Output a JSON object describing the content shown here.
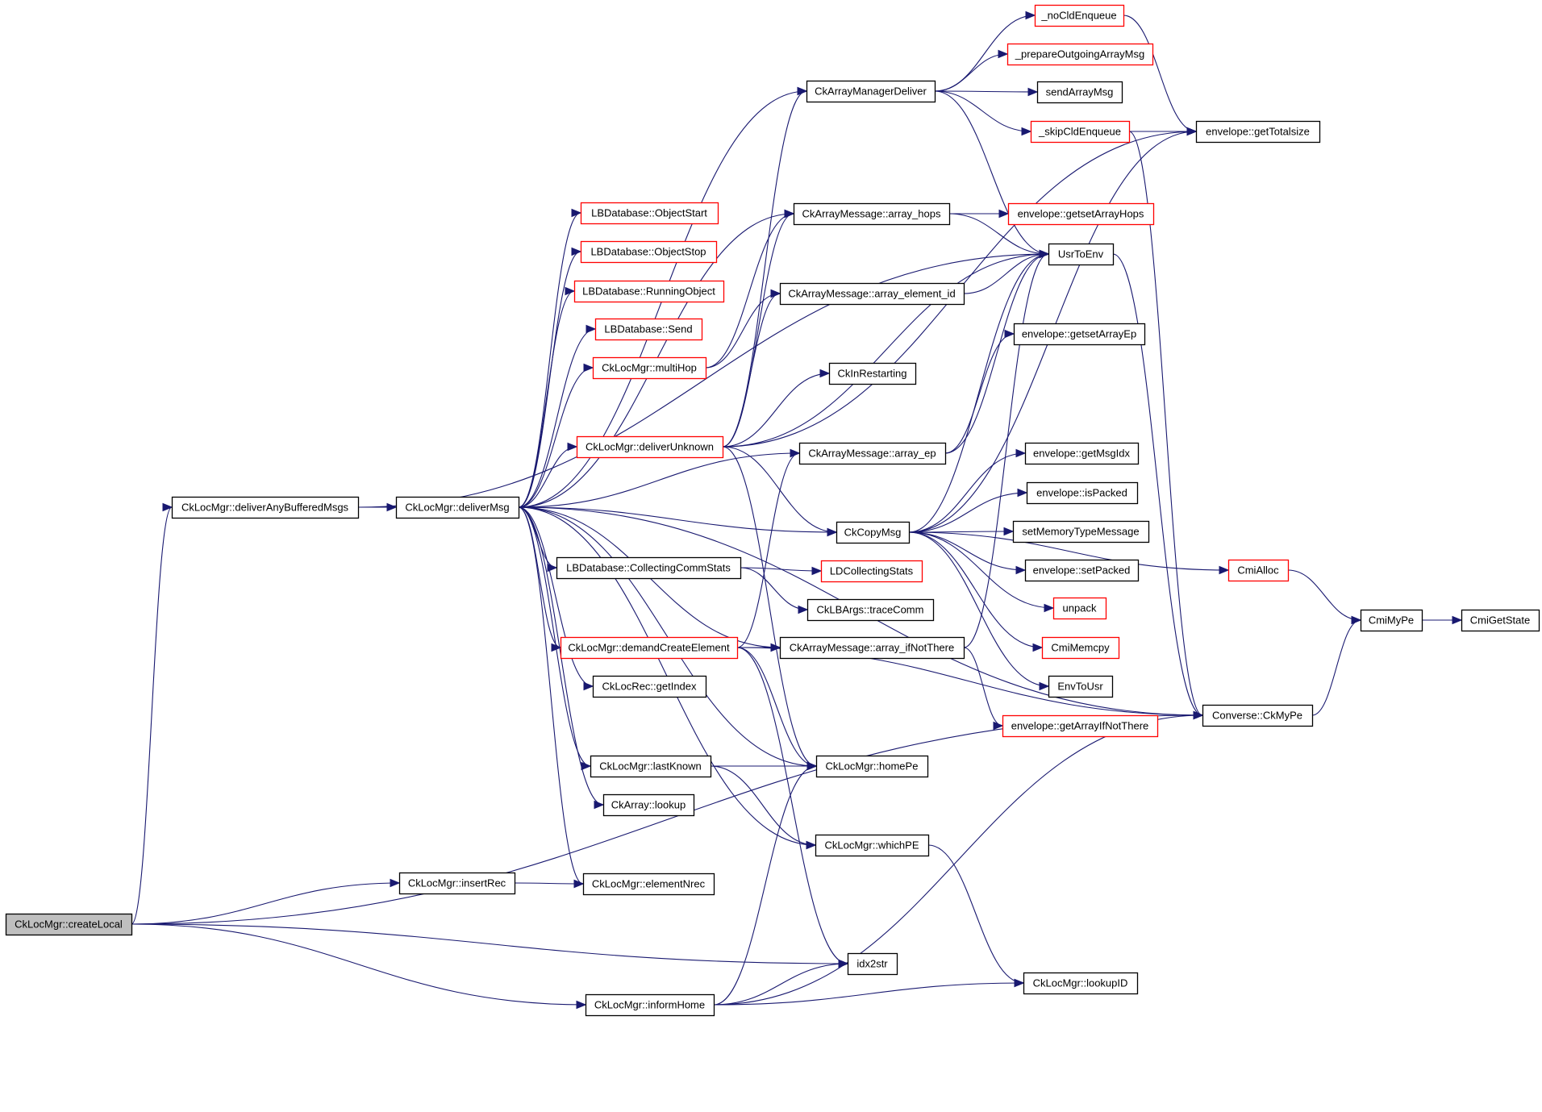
{
  "diagram": {
    "type": "call-graph",
    "colors": {
      "edge": "#191970",
      "node_border": "#000000",
      "truncated_border": "#ff0000",
      "root_fill": "#bfbfbf"
    },
    "nodes": [
      {
        "id": "createLocal",
        "label": "CkLocMgr::createLocal",
        "style": "root"
      },
      {
        "id": "deliverAnyBufferedMsgs",
        "label": "CkLocMgr::deliverAnyBufferedMsgs",
        "style": "normal"
      },
      {
        "id": "deliverMsg",
        "label": "CkLocMgr::deliverMsg",
        "style": "normal"
      },
      {
        "id": "CkArrayManagerDeliver",
        "label": "CkArrayManagerDeliver",
        "style": "normal"
      },
      {
        "id": "_noCldEnqueue",
        "label": "_noCldEnqueue",
        "style": "truncated"
      },
      {
        "id": "_prepareOutgoingArrayMsg",
        "label": "_prepareOutgoingArrayMsg",
        "style": "truncated"
      },
      {
        "id": "sendArrayMsg",
        "label": "sendArrayMsg",
        "style": "normal"
      },
      {
        "id": "_skipCldEnqueue",
        "label": "_skipCldEnqueue",
        "style": "truncated"
      },
      {
        "id": "getTotalsize",
        "label": "envelope::getTotalsize",
        "style": "normal"
      },
      {
        "id": "ObjectStart",
        "label": "LBDatabase::ObjectStart",
        "style": "truncated"
      },
      {
        "id": "ObjectStop",
        "label": "LBDatabase::ObjectStop",
        "style": "truncated"
      },
      {
        "id": "RunningObject",
        "label": "LBDatabase::RunningObject",
        "style": "truncated"
      },
      {
        "id": "Send",
        "label": "LBDatabase::Send",
        "style": "truncated"
      },
      {
        "id": "multiHop",
        "label": "CkLocMgr::multiHop",
        "style": "truncated"
      },
      {
        "id": "deliverUnknown",
        "label": "CkLocMgr::deliverUnknown",
        "style": "truncated"
      },
      {
        "id": "array_hops",
        "label": "CkArrayMessage::array_hops",
        "style": "normal"
      },
      {
        "id": "array_element_id",
        "label": "CkArrayMessage::array_element_id",
        "style": "normal"
      },
      {
        "id": "CkInRestarting",
        "label": "CkInRestarting",
        "style": "normal"
      },
      {
        "id": "array_ep",
        "label": "CkArrayMessage::array_ep",
        "style": "normal"
      },
      {
        "id": "CkCopyMsg",
        "label": "CkCopyMsg",
        "style": "normal"
      },
      {
        "id": "CollectingCommStats",
        "label": "LBDatabase::CollectingCommStats",
        "style": "normal"
      },
      {
        "id": "LDCollectingStats",
        "label": "LDCollectingStats",
        "style": "truncated"
      },
      {
        "id": "traceComm",
        "label": "CkLBArgs::traceComm",
        "style": "normal"
      },
      {
        "id": "demandCreateElement",
        "label": "CkLocMgr::demandCreateElement",
        "style": "truncated"
      },
      {
        "id": "array_ifNotThere",
        "label": "CkArrayMessage::array_ifNotThere",
        "style": "normal"
      },
      {
        "id": "getIndex",
        "label": "CkLocRec::getIndex",
        "style": "normal"
      },
      {
        "id": "lastKnown",
        "label": "CkLocMgr::lastKnown",
        "style": "normal"
      },
      {
        "id": "homePe",
        "label": "CkLocMgr::homePe",
        "style": "normal"
      },
      {
        "id": "lookup",
        "label": "CkArray::lookup",
        "style": "normal"
      },
      {
        "id": "whichPE",
        "label": "CkLocMgr::whichPE",
        "style": "normal"
      },
      {
        "id": "insertRec",
        "label": "CkLocMgr::insertRec",
        "style": "normal"
      },
      {
        "id": "elementNrec",
        "label": "CkLocMgr::elementNrec",
        "style": "normal"
      },
      {
        "id": "idx2str",
        "label": "idx2str",
        "style": "normal"
      },
      {
        "id": "informHome",
        "label": "CkLocMgr::informHome",
        "style": "normal"
      },
      {
        "id": "lookupID",
        "label": "CkLocMgr::lookupID",
        "style": "normal"
      },
      {
        "id": "UsrToEnv",
        "label": "UsrToEnv",
        "style": "normal"
      },
      {
        "id": "getsetArrayHops",
        "label": "envelope::getsetArrayHops",
        "style": "truncated"
      },
      {
        "id": "getsetArrayEp",
        "label": "envelope::getsetArrayEp",
        "style": "normal"
      },
      {
        "id": "getMsgIdx",
        "label": "envelope::getMsgIdx",
        "style": "normal"
      },
      {
        "id": "isPacked",
        "label": "envelope::isPacked",
        "style": "normal"
      },
      {
        "id": "setMemoryTypeMessage",
        "label": "setMemoryTypeMessage",
        "style": "normal"
      },
      {
        "id": "setPacked",
        "label": "envelope::setPacked",
        "style": "normal"
      },
      {
        "id": "unpack",
        "label": "unpack",
        "style": "truncated"
      },
      {
        "id": "CmiMemcpy",
        "label": "CmiMemcpy",
        "style": "truncated"
      },
      {
        "id": "EnvToUsr",
        "label": "EnvToUsr",
        "style": "normal"
      },
      {
        "id": "getArrayIfNotThere",
        "label": "envelope::getArrayIfNotThere",
        "style": "truncated"
      },
      {
        "id": "CmiAlloc",
        "label": "CmiAlloc",
        "style": "truncated"
      },
      {
        "id": "CmiMyPe",
        "label": "CmiMyPe",
        "style": "normal"
      },
      {
        "id": "CmiGetState",
        "label": "CmiGetState",
        "style": "normal"
      },
      {
        "id": "CkMyPe",
        "label": "Converse::CkMyPe",
        "style": "normal"
      }
    ],
    "edges": [
      [
        "createLocal",
        "deliverAnyBufferedMsgs"
      ],
      [
        "createLocal",
        "insertRec"
      ],
      [
        "createLocal",
        "CkMyPe"
      ],
      [
        "createLocal",
        "idx2str"
      ],
      [
        "createLocal",
        "informHome"
      ],
      [
        "deliverAnyBufferedMsgs",
        "deliverMsg"
      ],
      [
        "deliverAnyBufferedMsgs",
        "UsrToEnv"
      ],
      [
        "deliverMsg",
        "CkArrayManagerDeliver"
      ],
      [
        "deliverMsg",
        "array_hops"
      ],
      [
        "deliverMsg",
        "ObjectStart"
      ],
      [
        "deliverMsg",
        "ObjectStop"
      ],
      [
        "deliverMsg",
        "RunningObject"
      ],
      [
        "deliverMsg",
        "Send"
      ],
      [
        "deliverMsg",
        "multiHop"
      ],
      [
        "deliverMsg",
        "deliverUnknown"
      ],
      [
        "deliverMsg",
        "array_ep"
      ],
      [
        "deliverMsg",
        "CkCopyMsg"
      ],
      [
        "deliverMsg",
        "CollectingCommStats"
      ],
      [
        "deliverMsg",
        "demandCreateElement"
      ],
      [
        "deliverMsg",
        "array_ifNotThere"
      ],
      [
        "deliverMsg",
        "getIndex"
      ],
      [
        "deliverMsg",
        "lastKnown"
      ],
      [
        "deliverMsg",
        "lookup"
      ],
      [
        "deliverMsg",
        "whichPE"
      ],
      [
        "deliverMsg",
        "elementNrec"
      ],
      [
        "deliverMsg",
        "CkMyPe"
      ],
      [
        "deliverMsg",
        "homePe"
      ],
      [
        "CkArrayManagerDeliver",
        "_noCldEnqueue"
      ],
      [
        "CkArrayManagerDeliver",
        "_prepareOutgoingArrayMsg"
      ],
      [
        "CkArrayManagerDeliver",
        "sendArrayMsg"
      ],
      [
        "CkArrayManagerDeliver",
        "_skipCldEnqueue"
      ],
      [
        "CkArrayManagerDeliver",
        "UsrToEnv"
      ],
      [
        "_noCldEnqueue",
        "getTotalsize"
      ],
      [
        "_skipCldEnqueue",
        "getTotalsize"
      ],
      [
        "_skipCldEnqueue",
        "CkMyPe"
      ],
      [
        "multiHop",
        "array_hops"
      ],
      [
        "multiHop",
        "array_element_id"
      ],
      [
        "deliverUnknown",
        "CkArrayManagerDeliver"
      ],
      [
        "deliverUnknown",
        "array_hops"
      ],
      [
        "deliverUnknown",
        "array_element_id"
      ],
      [
        "deliverUnknown",
        "UsrToEnv"
      ],
      [
        "deliverUnknown",
        "CkInRestarting"
      ],
      [
        "deliverUnknown",
        "CkCopyMsg"
      ],
      [
        "deliverUnknown",
        "homePe"
      ],
      [
        "deliverUnknown",
        "getTotalsize"
      ],
      [
        "array_hops",
        "getsetArrayHops"
      ],
      [
        "array_hops",
        "UsrToEnv"
      ],
      [
        "array_element_id",
        "UsrToEnv"
      ],
      [
        "array_ep",
        "UsrToEnv"
      ],
      [
        "array_ep",
        "getsetArrayEp"
      ],
      [
        "CkCopyMsg",
        "UsrToEnv"
      ],
      [
        "CkCopyMsg",
        "getMsgIdx"
      ],
      [
        "CkCopyMsg",
        "isPacked"
      ],
      [
        "CkCopyMsg",
        "setMemoryTypeMessage"
      ],
      [
        "CkCopyMsg",
        "setPacked"
      ],
      [
        "CkCopyMsg",
        "unpack"
      ],
      [
        "CkCopyMsg",
        "CmiMemcpy"
      ],
      [
        "CkCopyMsg",
        "EnvToUsr"
      ],
      [
        "CkCopyMsg",
        "CmiAlloc"
      ],
      [
        "CkCopyMsg",
        "getTotalsize"
      ],
      [
        "CollectingCommStats",
        "LDCollectingStats"
      ],
      [
        "CollectingCommStats",
        "traceComm"
      ],
      [
        "demandCreateElement",
        "array_ifNotThere"
      ],
      [
        "demandCreateElement",
        "array_ep"
      ],
      [
        "demandCreateElement",
        "homePe"
      ],
      [
        "demandCreateElement",
        "idx2str"
      ],
      [
        "demandCreateElement",
        "CkMyPe"
      ],
      [
        "array_ifNotThere",
        "getArrayIfNotThere"
      ],
      [
        "array_ifNotThere",
        "UsrToEnv"
      ],
      [
        "lastKnown",
        "homePe"
      ],
      [
        "lastKnown",
        "whichPE"
      ],
      [
        "whichPE",
        "lookupID"
      ],
      [
        "insertRec",
        "elementNrec"
      ],
      [
        "informHome",
        "homePe"
      ],
      [
        "informHome",
        "idx2str"
      ],
      [
        "informHome",
        "lookupID"
      ],
      [
        "informHome",
        "CkMyPe"
      ],
      [
        "CmiAlloc",
        "CmiMyPe"
      ],
      [
        "CkMyPe",
        "CmiMyPe"
      ],
      [
        "CmiMyPe",
        "CmiGetState"
      ],
      [
        "UsrToEnv",
        "CkMyPe"
      ]
    ]
  }
}
